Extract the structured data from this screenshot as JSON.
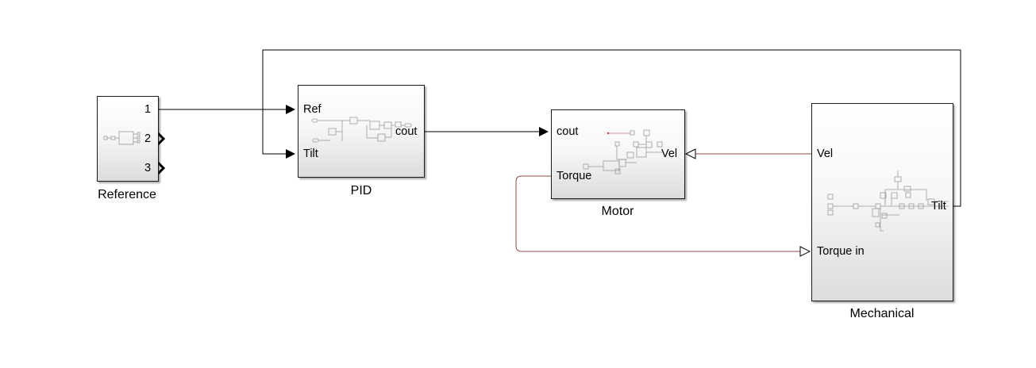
{
  "blocks": {
    "reference": {
      "name": "Reference",
      "outports": [
        "1",
        "2",
        "3"
      ]
    },
    "pid": {
      "name": "PID",
      "inports": [
        "Ref",
        "Tilt"
      ],
      "outports": [
        "cout"
      ]
    },
    "motor": {
      "name": "Motor",
      "inports": [
        "cout",
        "Torque"
      ],
      "outports": [
        "Vel"
      ]
    },
    "mechanical": {
      "name": "Mechanical",
      "inports": [
        "Vel",
        "Torque in"
      ],
      "outports": [
        "Tilt"
      ]
    }
  },
  "connections": [
    {
      "from": "Reference.1",
      "to": "PID.Ref",
      "kind": "signal"
    },
    {
      "from": "Mechanical.Tilt",
      "to": "PID.Tilt",
      "kind": "signal"
    },
    {
      "from": "PID.cout",
      "to": "Motor.cout",
      "kind": "signal"
    },
    {
      "from": "Mechanical.Vel",
      "to": "Motor.Vel",
      "kind": "physical"
    },
    {
      "from": "Motor.Torque",
      "to": "Mechanical.Torque in",
      "kind": "physical"
    }
  ],
  "colors": {
    "signal_line": "#000000",
    "physical_line": "#8b4a44",
    "block_border": "#1a1a1a",
    "preview": "#9a9a9a"
  }
}
